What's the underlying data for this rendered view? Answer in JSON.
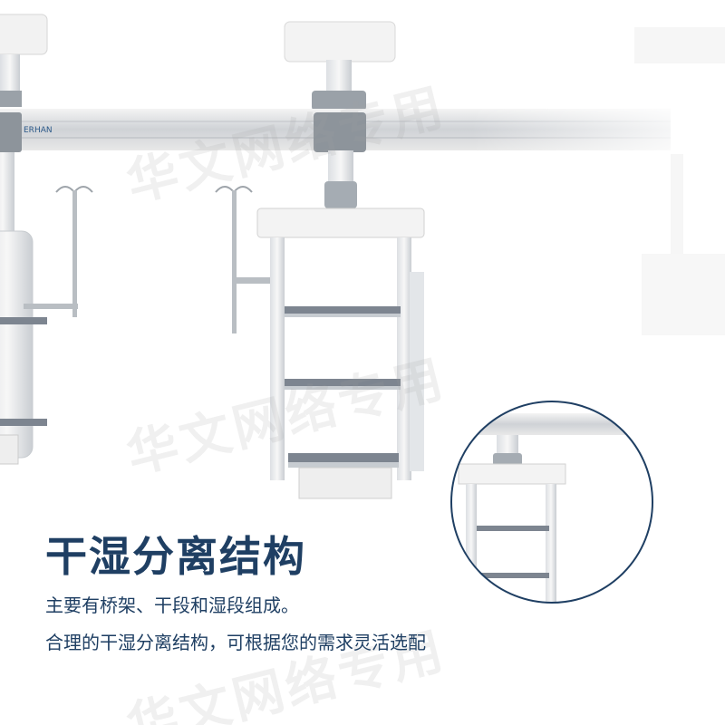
{
  "headline": "干湿分离结构",
  "description": [
    "主要有桥架、干段和湿段组成。",
    "合理的干湿分离结构，可根据您的需求灵活选配"
  ],
  "brand_text": "ERHAN",
  "watermark": "华文网络专用",
  "colors": {
    "headline": "#1f3f63",
    "circle_border": "#1f3f63",
    "frame": "#f1f1f1",
    "shelf": "#7d8590"
  }
}
